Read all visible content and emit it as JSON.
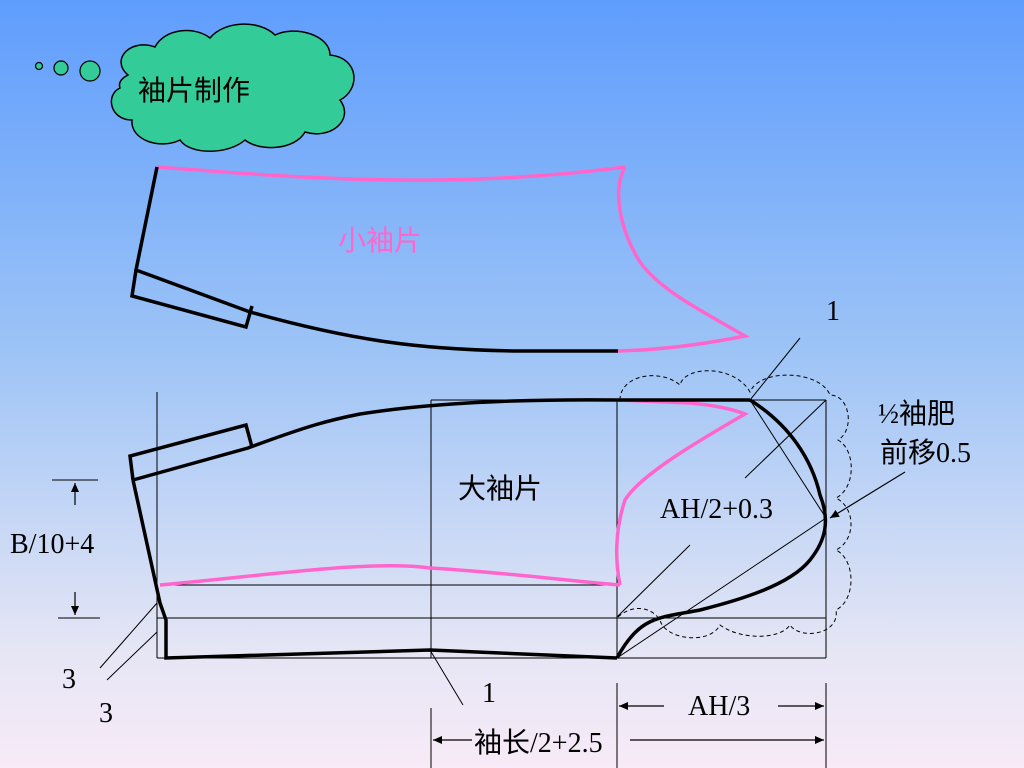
{
  "slide": {
    "title_bubble": "袖片制作",
    "small_sleeve_label": "小袖片",
    "large_sleeve_label": "大袖片",
    "annotations": {
      "top_one": "1",
      "half_bicep": "½袖肥",
      "shift": "前移0.5",
      "ah_formula": "AH/2+0.3",
      "b_formula": "B/10+4",
      "three_a": "3",
      "three_b": "3",
      "bottom_one": "1",
      "ah_third": "AH/3",
      "sleeve_length": "袖长/2+2.5"
    },
    "colors": {
      "bubble_fill": "#33cc99",
      "pink_line": "#ff66cc",
      "outline": "#000000"
    }
  }
}
